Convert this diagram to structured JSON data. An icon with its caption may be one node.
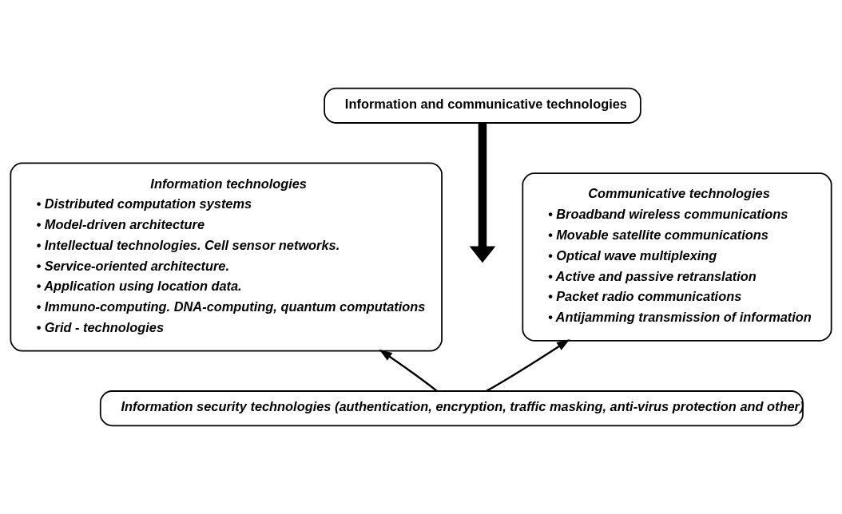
{
  "diagram": {
    "nodes": [
      {
        "text": [
          "Information and communicative technologies"
        ]
      },
      {
        "text": [
          "Information technologies",
          "• Distributed computation systems",
          "• Model-driven architecture",
          "• Intellectual technologies. Cell sensor networks.",
          "• Service-oriented architecture.",
          "• Application using location data.",
          "• Immuno-computing. DNA-computing, quantum computations",
          "• Grid - technologies"
        ]
      },
      {
        "text": [
          "Communicative technologies",
          "• Broadband wireless communications",
          "• Movable satellite communications",
          "• Optical wave multiplexing",
          "• Active and passive retranslation",
          "• Packet radio communications",
          "• Antijamming transmission of information"
        ]
      },
      {
        "text": [
          "Information security technologies (authentication, encryption, traffic masking, anti-virus protection and other)"
        ]
      }
    ],
    "edges": [
      {
        "from": 0,
        "to": null,
        "arrow": "to",
        "style": "thick"
      },
      {
        "from": 3,
        "to": 1,
        "arrow": "to"
      },
      {
        "from": 3,
        "to": 2,
        "arrow": "to"
      }
    ]
  }
}
